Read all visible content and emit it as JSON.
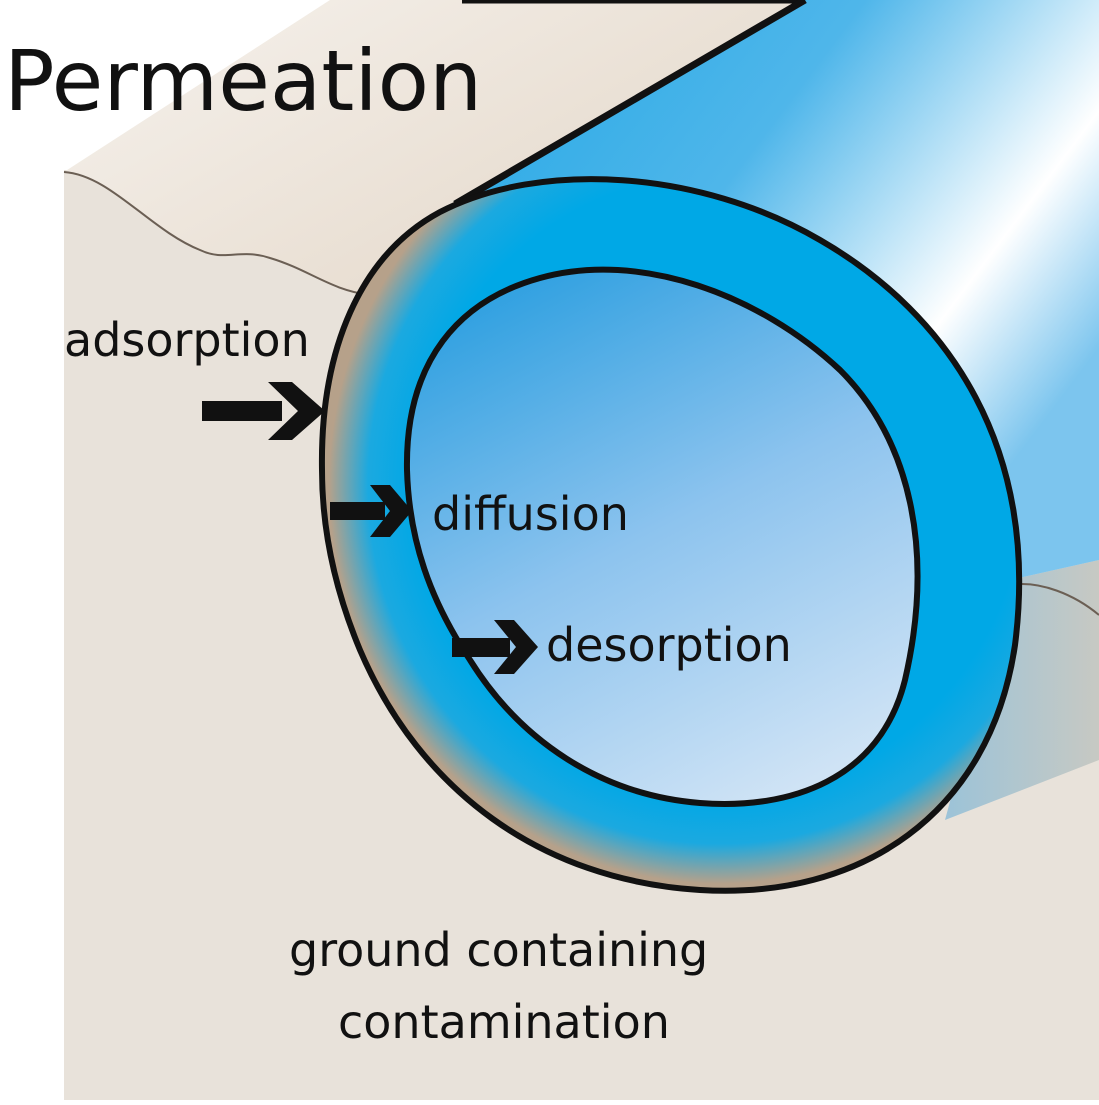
{
  "title": "Permeation",
  "labels": {
    "adsorption": "adsorption",
    "diffusion": "diffusion",
    "desorption": "desorption",
    "ground_line1": "ground containing",
    "ground_line2": "contamination"
  },
  "colors": {
    "ground": "#e8e2da",
    "ground_top": "#d6c7b3",
    "pipe_wall": "#00a8e6",
    "pipe_inner_light": "#c9e1f3",
    "contamination": "#b39e88",
    "arrow": "#111111",
    "outline": "#111111"
  },
  "icons": {
    "arrow": "right-arrow-icon"
  }
}
